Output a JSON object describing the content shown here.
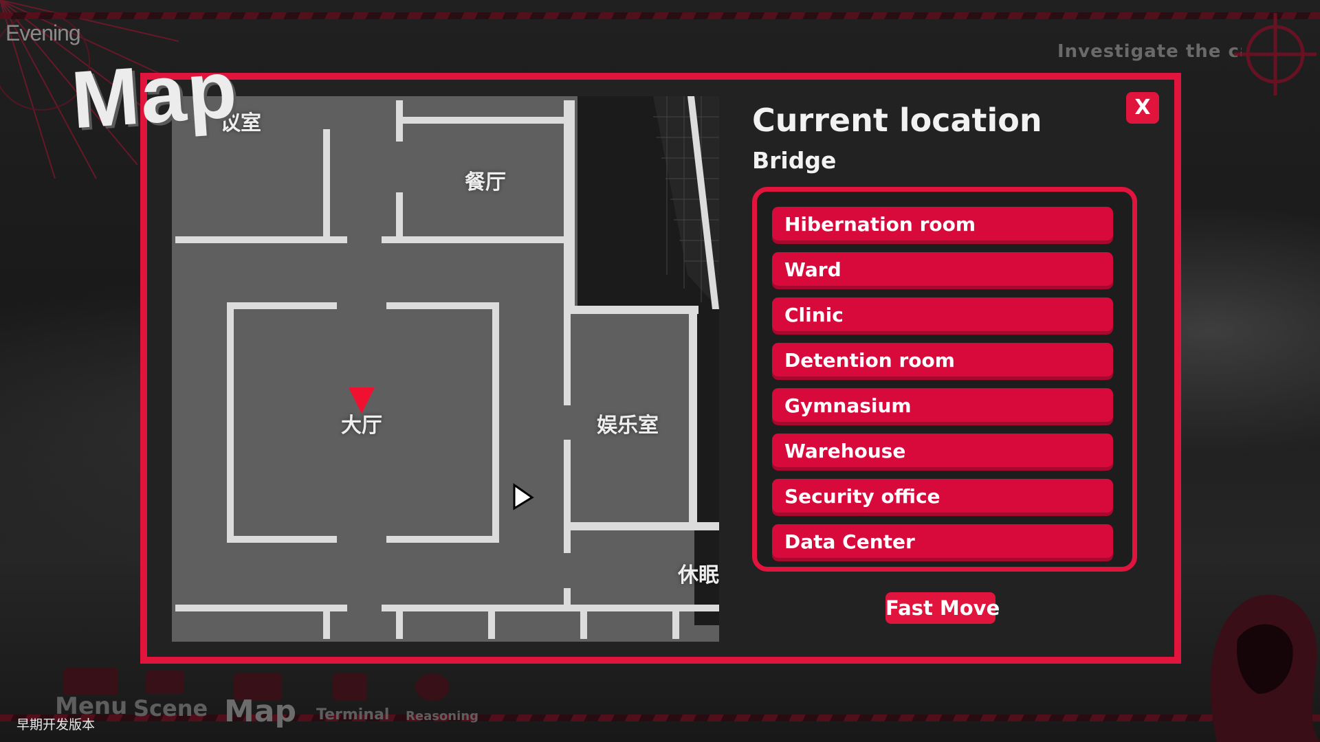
{
  "hud": {
    "time_of_day": "Evening",
    "objective": "Investigate the cas",
    "version_note": "早期开发版本"
  },
  "map_window": {
    "title": "Map",
    "rooms": {
      "meeting_room": "议室",
      "dining_hall": "餐厅",
      "main_hall": "大厅",
      "recreation_room": "娱乐室",
      "rest_room": "休眠"
    },
    "current_location_heading": "Current location",
    "current_location": "Bridge",
    "close_label": "X",
    "destinations": [
      "Hibernation room",
      "Ward",
      "Clinic",
      "Detention room",
      "Gymnasium",
      "Warehouse",
      "Security office",
      "Data Center"
    ],
    "fast_move_label": "Fast Move",
    "player_marker_icon": "red-triangle-marker",
    "accent_color": "#e0143c"
  },
  "bottom_menu": {
    "items": [
      "Menu",
      "Scene",
      "Map",
      "Terminal",
      "Reasoning"
    ]
  }
}
